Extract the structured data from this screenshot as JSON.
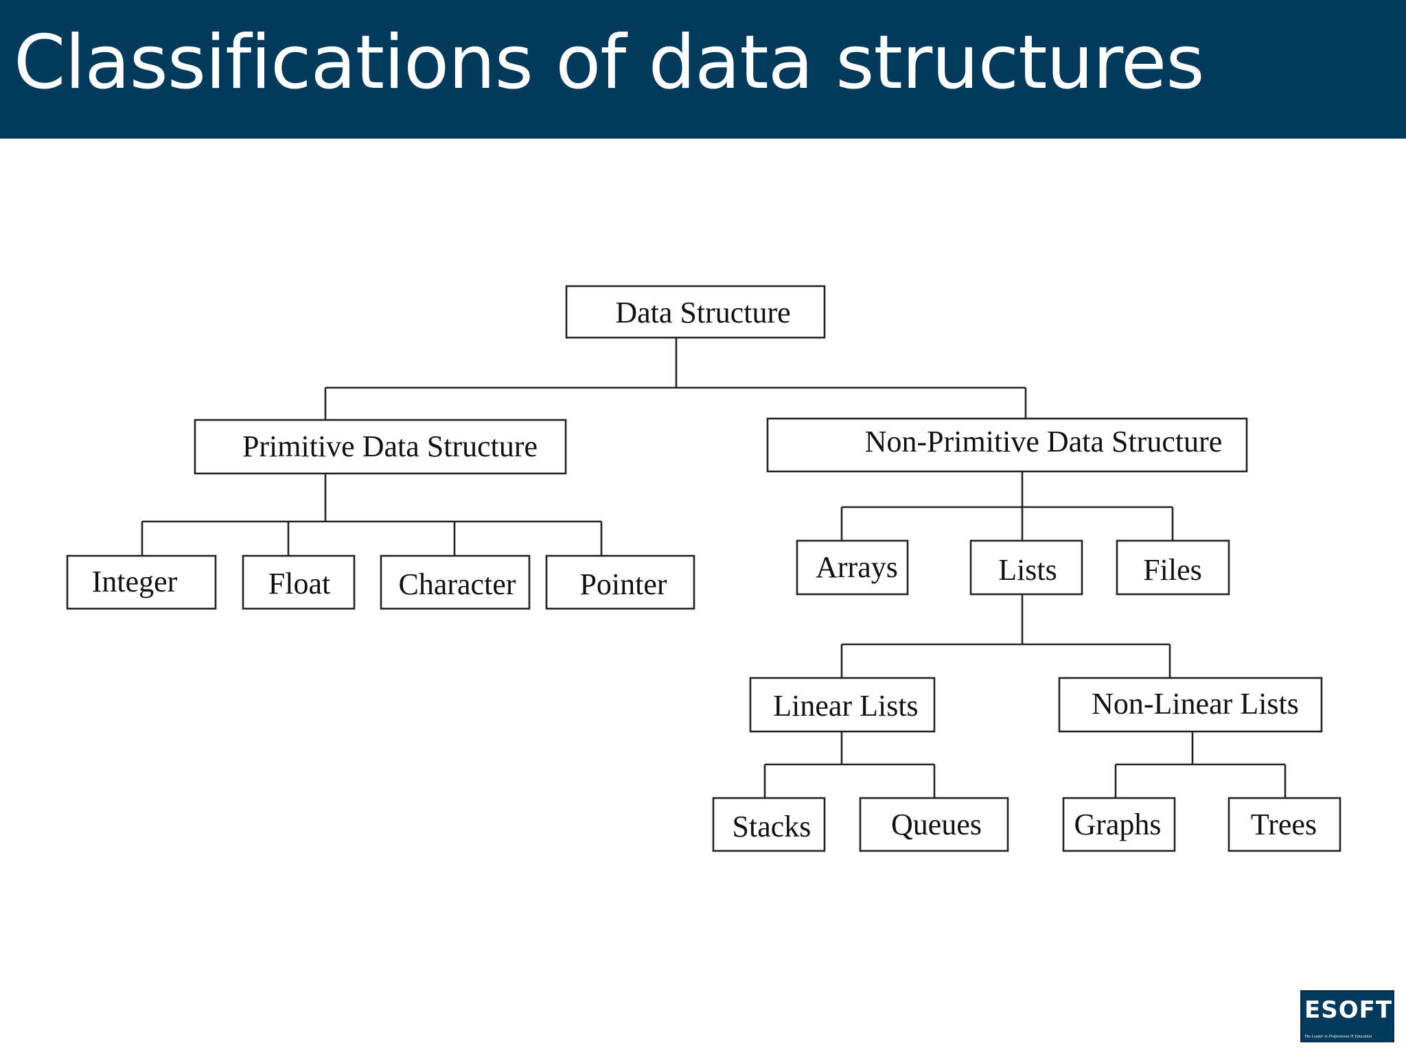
{
  "slide": {
    "title": "Classifications of data structures",
    "title_bar_color": "#023a5c"
  },
  "diagram": {
    "nodes": {
      "data_structure": "Data Structure",
      "primitive": "Primitive Data Structure",
      "non_primitive": "Non-Primitive Data Structure",
      "integer": "Integer",
      "float": "Float",
      "character": "Character",
      "pointer": "Pointer",
      "arrays": "Arrays",
      "lists": "Lists",
      "files": "Files",
      "linear_lists": "Linear Lists",
      "non_linear_lists": "Non-Linear Lists",
      "stacks": "Stacks",
      "queues": "Queues",
      "graphs": "Graphs",
      "trees": "Trees"
    }
  },
  "logo": {
    "text": "ESOFT",
    "tagline": "The Leader in Professional IT Education"
  }
}
